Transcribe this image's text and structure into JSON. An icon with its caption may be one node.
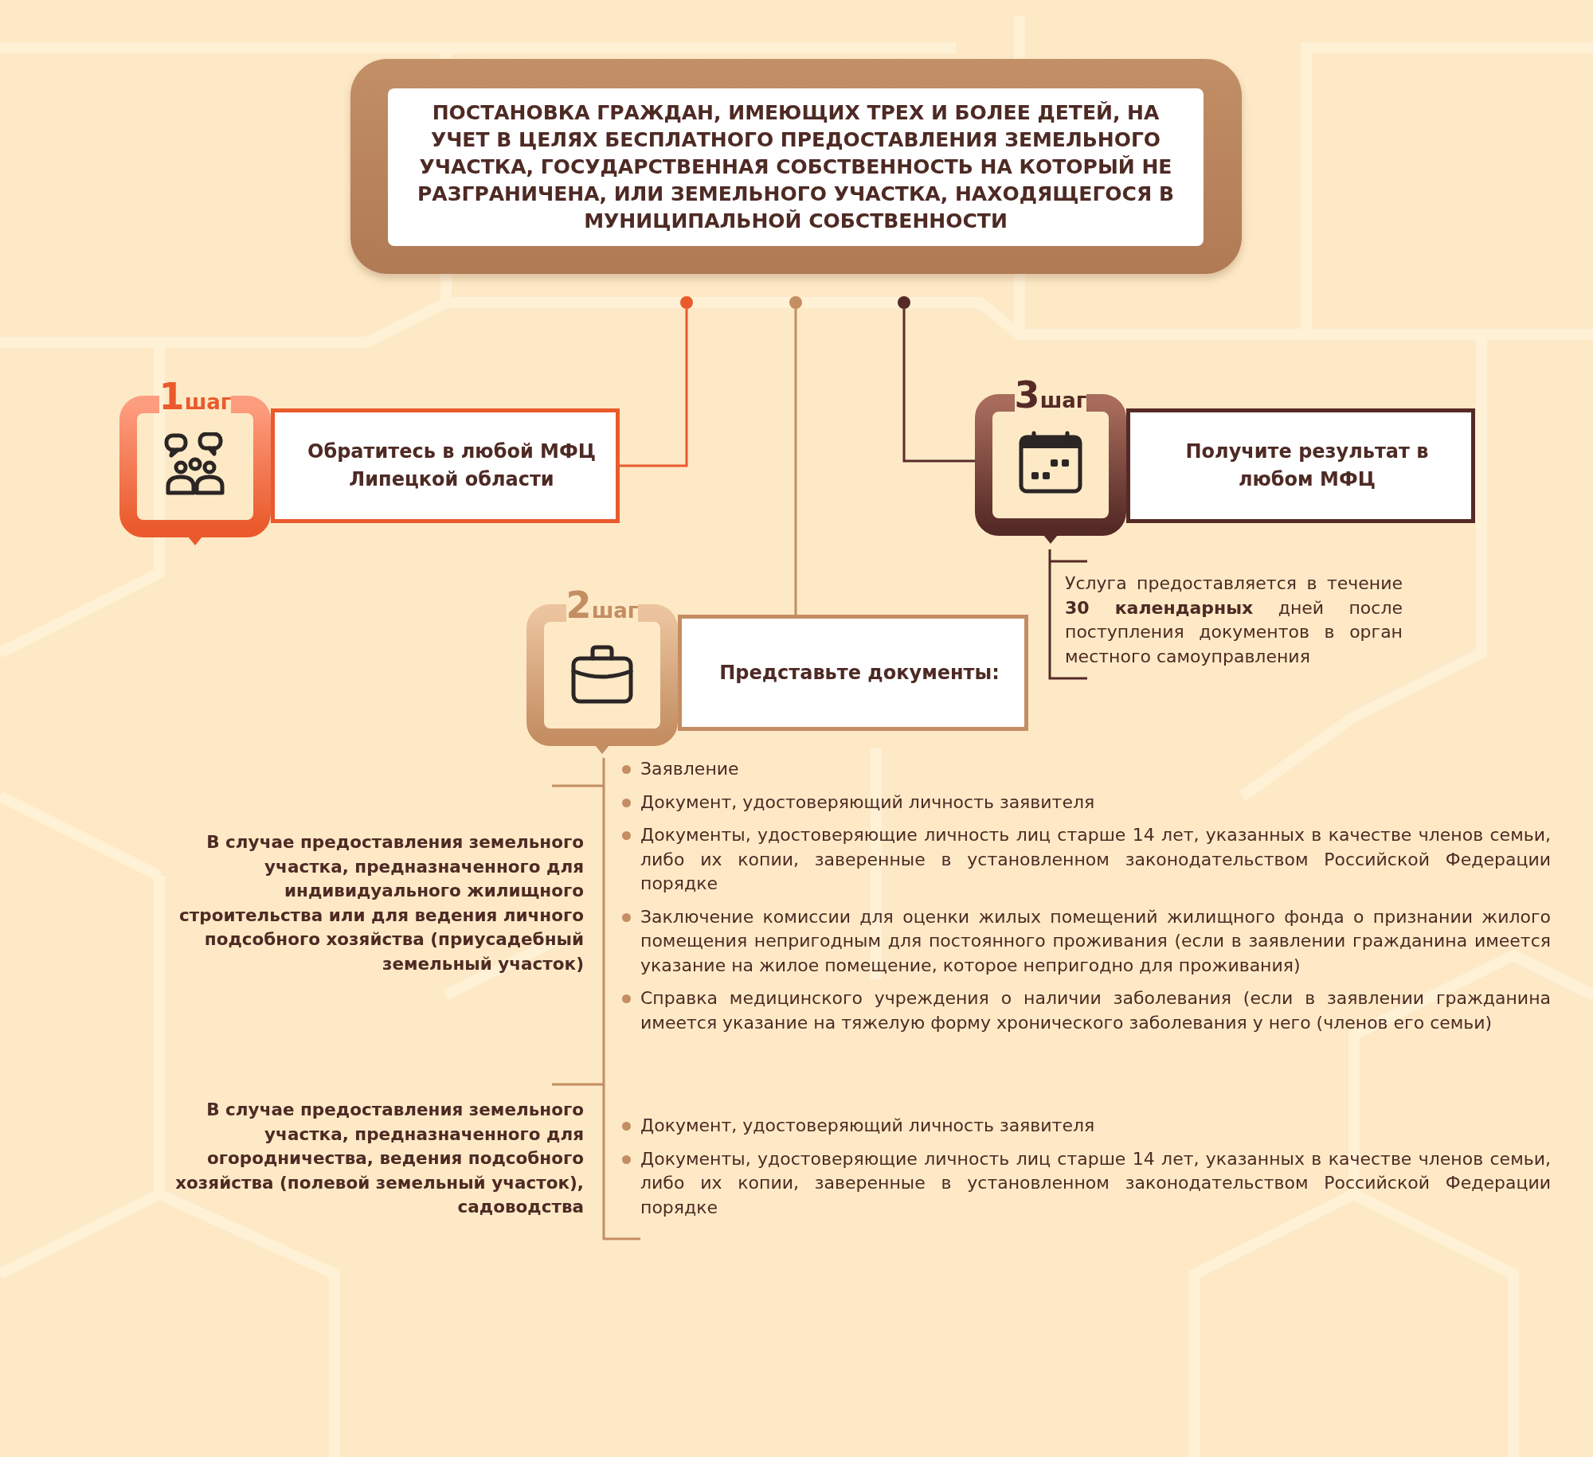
{
  "diagram": {
    "title": "ПОСТАНОВКА ГРАЖДАН, ИМЕЮЩИХ ТРЕХ И БОЛЕЕ ДЕТЕЙ, НА УЧЕТ В ЦЕЛЯХ БЕСПЛАТНОГО ПРЕДОСТАВЛЕНИЯ ЗЕМЕЛЬНОГО УЧАСТКА, ГОСУДАРСТВЕННАЯ СОБСТВЕННОСТЬ НА КОТОРЫЙ НЕ РАЗГРАНИЧЕНА, ИЛИ ЗЕМЕЛЬНОГО УЧАСТКА, НАХОДЯЩЕГОСЯ В МУНИЦИПАЛЬНОЙ СОБСТВЕННОСТИ",
    "nodes": [
      {
        "text": [],
        "shape": "circle"
      },
      {
        "text": [],
        "shape": "circle"
      },
      {
        "text": [],
        "shape": "circle"
      },
      {
        "text": [
          "1",
          "шаг"
        ]
      },
      {
        "text": [
          "Обратитесь в любой МФЦ Липецкой области"
        ]
      },
      {
        "text": [
          "3",
          "шаг"
        ]
      },
      {
        "text": [
          "Получите результат в любом МФЦ"
        ]
      },
      {
        "text": [
          "2",
          "шаг"
        ]
      },
      {
        "text": [
          "Представьте документы:"
        ]
      }
    ],
    "edges": [
      {
        "from": 0,
        "to": 4,
        "arrow": "none",
        "color": "#ea5a2c"
      },
      {
        "from": 1,
        "to": 8,
        "arrow": "none",
        "color": "#c48d62"
      },
      {
        "from": 2,
        "to": 5,
        "arrow": "none",
        "color": "#5a2c28"
      }
    ],
    "labels": [
      "Услуга предоставляется в течение **30 календарных** дней после поступления документов в орган местного самоуправления",
      "В случае предоставления земельного участка, предназначенного для индивидуального жилищного строительства или для ведения личного подсобного хозяйства (приусадебный земельный участок)",
      "Заявление",
      "Документ, удостоверяющий личность заявителя",
      "Документы, удостоверяющие личность лиц старше 14 лет, указанных в качестве членов семьи, либо их копии, заверенные в установленном законодательством Российской Федерации порядке",
      "Заключение комиссии для оценки жилых помещений жилищного фонда о признании жилого помещения непригодным для постоянного проживания (если в заявлении гражданина имеется указание на жилое помещение, которое непригодно для проживания)",
      "Справка медицинского учреждения о наличии заболевания (если в заявлении гражданина имеется указание на тяжелую форму хронического заболевания у него (членов его семьи)",
      "В случае предоставления земельного участка, предназначенного для огородничества, ведения подсобного хозяйства (полевой земельный участок), садоводства",
      "Документ, удостоверяющий личность заявителя",
      "Документы, удостоверяющие личность лиц старше 14 лет, указанных в качестве членов семьи, либо их копии, заверенные в установленном законодательством Российской Федерации порядке"
    ]
  }
}
